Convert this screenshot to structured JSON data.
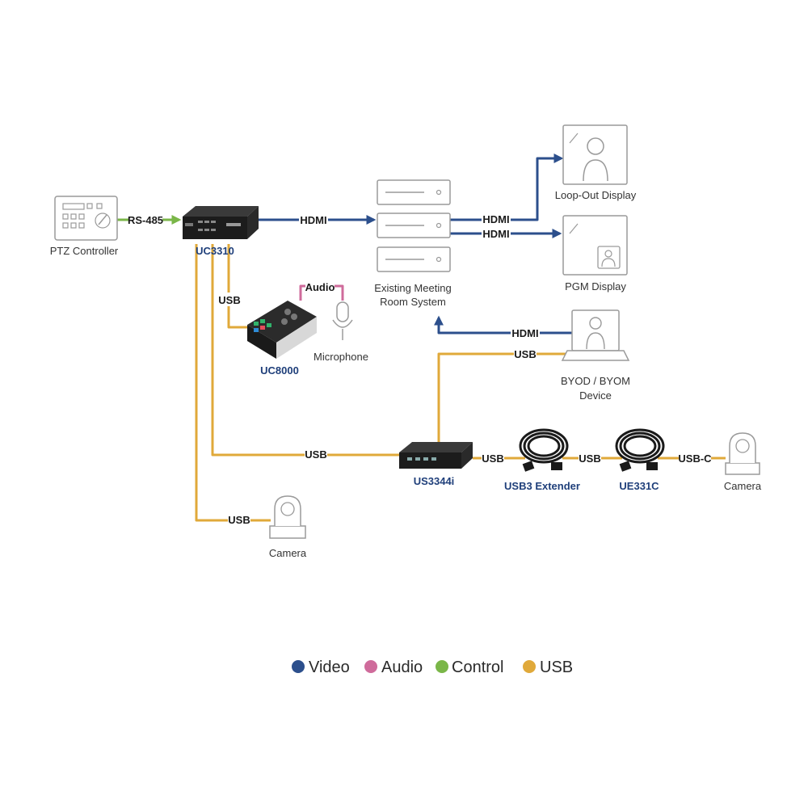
{
  "colors": {
    "video": "#2c4f8c",
    "audio": "#cf6b9b",
    "control": "#7ab648",
    "usb": "#e0a93a"
  },
  "devices": {
    "ptz_controller": "PTZ Controller",
    "uc3310": "UC3310",
    "uc8000": "UC8000",
    "microphone": "Microphone",
    "meeting_system_line1": "Existing Meeting",
    "meeting_system_line2": "Room System",
    "loop_out_display": "Loop-Out Display",
    "pgm_display": "PGM Display",
    "byod_line1": "BYOD / BYOM",
    "byod_line2": "Device",
    "us3344i": "US3344i",
    "usb3_extender": "USB3 Extender",
    "ue331c": "UE331C",
    "camera_right": "Camera",
    "camera_bottom": "Camera"
  },
  "connections": {
    "rs485": "RS-485",
    "hdmi_uc3310": "HDMI",
    "hdmi_loop": "HDMI",
    "hdmi_pgm": "HDMI",
    "hdmi_byod": "HDMI",
    "usb_byod": "USB",
    "usb_uc8000": "USB",
    "audio_mic": "Audio",
    "usb_hub": "USB",
    "usb_extender": "USB",
    "usb_ue331c": "USB",
    "usbc_camera": "USB-C",
    "usb_camera_bottom": "USB"
  },
  "legend": [
    {
      "label": "Video",
      "color": "#2c4f8c"
    },
    {
      "label": "Audio",
      "color": "#cf6b9b"
    },
    {
      "label": "Control",
      "color": "#7ab648"
    },
    {
      "label": "USB",
      "color": "#e0a93a"
    }
  ]
}
